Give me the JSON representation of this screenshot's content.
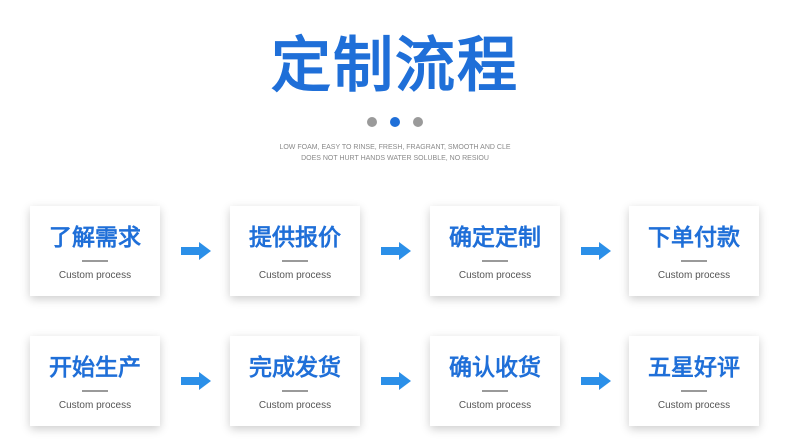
{
  "title": "定制流程",
  "subtitle_lines": [
    "LOW FOAM, EASY TO RINSE, FRESH, FRAGRANT, SMOOTH AND CLE",
    "DOES NOT HURT HANDS WATER SOLUBLE, NO RESIOU"
  ],
  "colors": {
    "accent": "#1f6fd8",
    "dot_inactive": "#9a9a9a",
    "arrow": "#2b8fe8"
  },
  "rows": [
    {
      "steps": [
        {
          "title": "了解需求",
          "sub": "Custom process"
        },
        {
          "title": "提供报价",
          "sub": "Custom process"
        },
        {
          "title": "确定定制",
          "sub": "Custom process"
        },
        {
          "title": "下单付款",
          "sub": "Custom process"
        }
      ]
    },
    {
      "steps": [
        {
          "title": "开始生产",
          "sub": "Custom process"
        },
        {
          "title": "完成发货",
          "sub": "Custom process"
        },
        {
          "title": "确认收货",
          "sub": "Custom process"
        },
        {
          "title": "五星好评",
          "sub": "Custom process"
        }
      ]
    }
  ],
  "arrow_icon": "right-arrow-icon"
}
